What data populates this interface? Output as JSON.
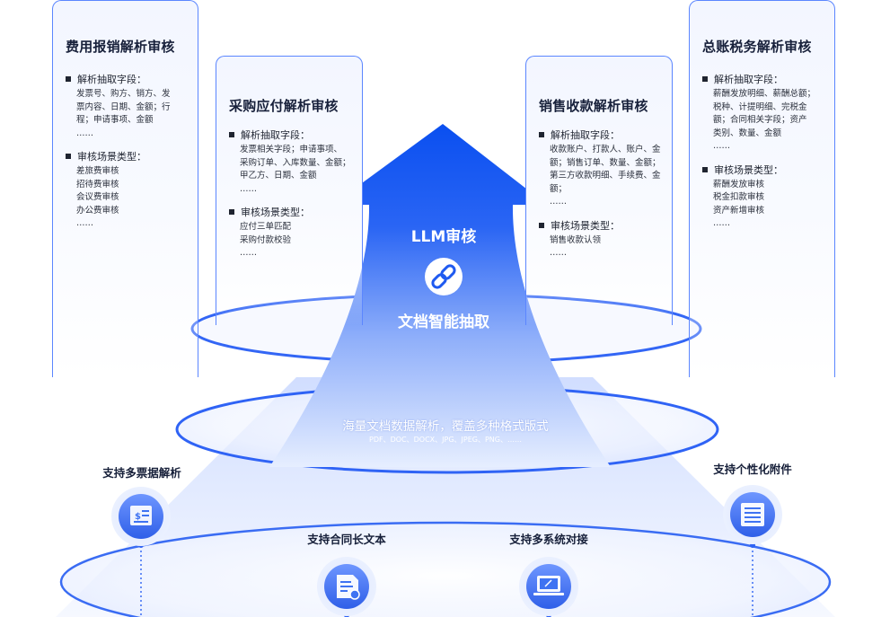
{
  "cards": [
    {
      "title": "费用报销解析审核",
      "fields_label": "解析抽取字段：",
      "fields_text": "发票号、购方、销方、发\n票内容、日期、金额；行\n程；申请事项、金额\n……",
      "scenes_label": "审核场景类型：",
      "scenes_text": "差旅费审核\n招待费审核\n会议费审核\n办公费审核\n……"
    },
    {
      "title": "采购应付解析审核",
      "fields_label": "解析抽取字段：",
      "fields_text": "发票相关字段；申请事项、\n采购订单、入库数量、金额；\n甲乙方、日期、金额\n……",
      "scenes_label": "审核场景类型：",
      "scenes_text": "应付三单匹配\n采购付款校验\n……"
    },
    {
      "title": "销售收款解析审核",
      "fields_label": "解析抽取字段：",
      "fields_text": "收款账户、打款人、账户、金\n额；销售订单、数量、金额；\n第三方收款明细、手续费、金\n额；\n……",
      "scenes_label": "审核场景类型：",
      "scenes_text": "销售收款认领\n……"
    },
    {
      "title": "总账税务解析审核",
      "fields_label": "解析抽取字段：",
      "fields_text": "薪酬发放明细、薪酬总额；\n税种、计提明细、完税金\n额；合同相关字段；资产\n类别、数量、金额\n……",
      "scenes_label": "审核场景类型：",
      "scenes_text": "薪酬发放审核\n税金扣款审核\n资产新增审核\n……"
    }
  ],
  "arrow": {
    "top_label": "LLM审核",
    "link_icon": "link-icon",
    "middle_label": "文档智能抽取"
  },
  "ring": {
    "main_text": "海量文档数据解析，覆盖多种格式版式",
    "formats_text": "PDF、DOC、DOCX、JPG、JPEG、PNG、……"
  },
  "features": [
    {
      "label": "支持多票据解析",
      "icon": "receipt-icon"
    },
    {
      "label": "支持合同长文本",
      "icon": "contract-icon"
    },
    {
      "label": "支持多系统对接",
      "icon": "laptop-icon"
    },
    {
      "label": "支持个性化附件",
      "icon": "attachment-list-icon"
    }
  ],
  "colors": {
    "arrow_top": "#0a4ff0",
    "arrow_bottom": "#dfe8ff",
    "card_border": "#5b86ff",
    "ring": "#2f63f5",
    "icon_fill": "#3f73f2"
  }
}
